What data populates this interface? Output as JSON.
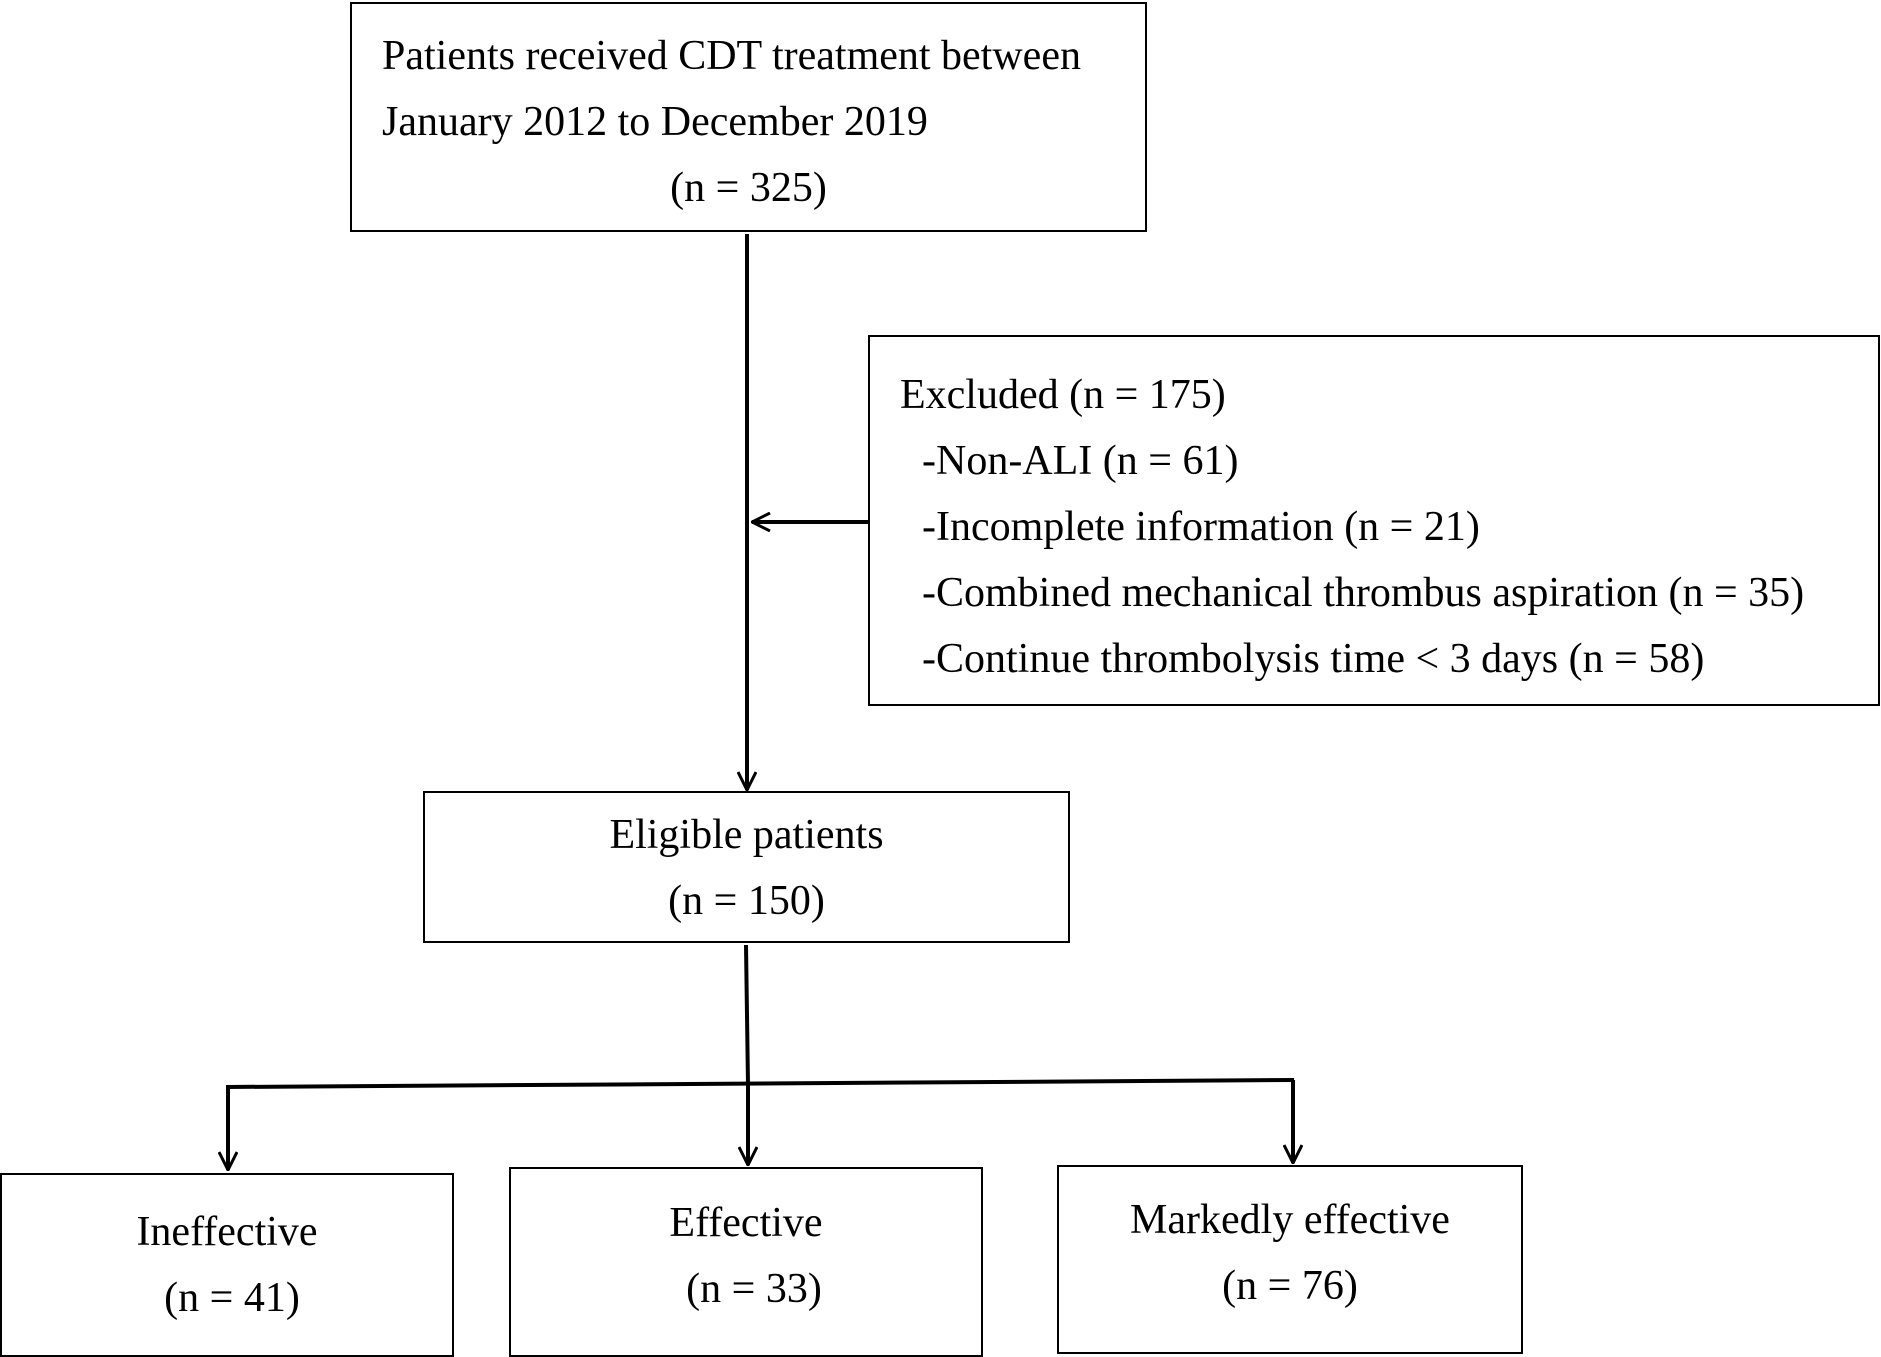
{
  "flowchart": {
    "source": {
      "line1": "Patients received CDT treatment between",
      "line2": "January 2012 to December 2019",
      "line3": "(n = 325)"
    },
    "excluded": {
      "title": "Excluded (n = 175)",
      "items": [
        "-Non-ALI (n = 61)",
        "-Incomplete information (n = 21)",
        "-Combined mechanical thrombus aspiration (n = 35)",
        "-Continue thrombolysis time < 3 days (n = 58)"
      ]
    },
    "eligible": {
      "label": "Eligible patients",
      "count": "(n = 150)"
    },
    "outcomes": [
      {
        "label": "Ineffective",
        "count": "(n = 41)"
      },
      {
        "label": "Effective",
        "count": "(n = 33)"
      },
      {
        "label": "Markedly effective",
        "count": "(n = 76)"
      }
    ]
  }
}
